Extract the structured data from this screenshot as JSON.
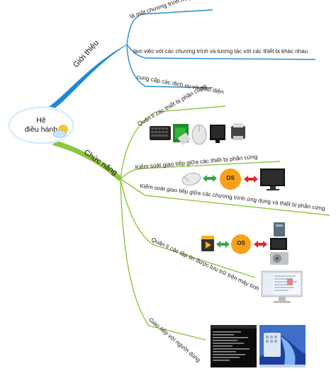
{
  "root": {
    "line1": "Hệ",
    "line2": "điều hành",
    "icon": "sun-cloud-icon"
  },
  "branches": {
    "gioi_thieu": {
      "label": "Giới thiệu",
      "color": "#1e88d6",
      "items": [
        "là một chương trình máy tính",
        "làm việc với các chương trình và tương tác với các thiết bị khác nhau",
        "cung cấp các dịch vụ và giao diện"
      ]
    },
    "chuc_nang": {
      "label": "Chức năng",
      "color": "#8dc63f",
      "items": [
        "Quản lí các thiết bị phần cứng",
        "Kiểm soát giao tiếp giữa các thiết bị phần cứng",
        "Kiểm soát giao tiếp giữa các chương trình ứng dụng và thiết bị phần cứng",
        "Quản lí các tập tin được lưu trữ trên máy tính",
        "Giao tiếp với người dùng"
      ]
    }
  },
  "diagram_labels": {
    "os1": "OS",
    "os2": "OS"
  },
  "icons": [
    "keyboard-icon",
    "green-chip-icon",
    "mouse-icon",
    "monitor-icon",
    "printer-icon",
    "mouse-icon",
    "green-double-arrow-icon",
    "os-circle-icon",
    "red-double-arrow-icon",
    "monitor-icon",
    "movie-clapper-icon",
    "green-double-arrow-icon",
    "os-circle-icon",
    "red-double-arrow-icon",
    "computer-case-icon",
    "monitor-icon",
    "hard-disk-icon",
    "file-explorer-screen-icon",
    "terminal-screenshot-icon",
    "windows-desktop-screenshot-icon"
  ]
}
